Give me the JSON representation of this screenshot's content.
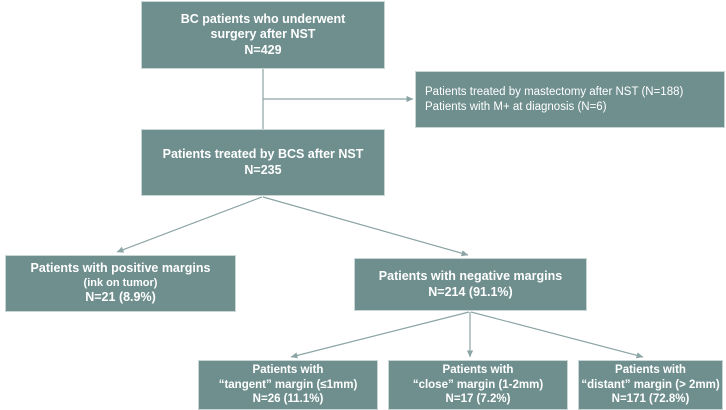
{
  "diagram": {
    "type": "flowchart",
    "title": "Patient selection flow for BC patients undergoing surgery after NST",
    "accent_color": "#6f8f8e",
    "connector_color": "#8ba4a4",
    "text_color": "#ffffff",
    "background_color": "#ffffff"
  },
  "nodes": {
    "cohort": {
      "name": "total-cohort",
      "lines": [
        "BC patients who underwent",
        "surgery after NST",
        "N=429"
      ]
    },
    "excluded": {
      "name": "excluded-patients",
      "lines": [
        "Patients treated by mastectomy after NST (N=188)",
        "Patients with M+ at diagnosis (N=6)"
      ]
    },
    "bcs": {
      "name": "bcs-patients",
      "lines": [
        "Patients treated by BCS after NST",
        "N=235"
      ]
    },
    "positive": {
      "name": "positive-margins",
      "lines": [
        "Patients with positive margins",
        "(ink on tumor)",
        "N=21 (8.9%)"
      ]
    },
    "negative": {
      "name": "negative-margins",
      "lines": [
        "Patients with negative margins",
        "N=214 (91.1%)"
      ]
    },
    "tangent": {
      "name": "tangent-margin",
      "lines": [
        "Patients with",
        "“tangent” margin (≤1mm)",
        "N=26 (11.1%)"
      ]
    },
    "close": {
      "name": "close-margin",
      "lines": [
        "Patients with",
        "“close” margin (1-2mm)",
        "N=17 (7.2%)"
      ]
    },
    "distant": {
      "name": "distant-margin",
      "lines": [
        "Patients with",
        "“distant” margin (> 2mm)",
        "N=171 (72.8%)"
      ]
    }
  },
  "edges": [
    {
      "from": "cohort",
      "to": "bcs",
      "style": "straight-vertical"
    },
    {
      "from": "cohort",
      "to": "excluded",
      "style": "elbow-right-arrow"
    },
    {
      "from": "bcs",
      "to": "positive",
      "style": "diagonal-arrow"
    },
    {
      "from": "bcs",
      "to": "negative",
      "style": "diagonal-arrow"
    },
    {
      "from": "negative",
      "to": "tangent",
      "style": "diagonal-arrow"
    },
    {
      "from": "negative",
      "to": "close",
      "style": "straight-vertical-arrow"
    },
    {
      "from": "negative",
      "to": "distant",
      "style": "diagonal-arrow"
    }
  ]
}
